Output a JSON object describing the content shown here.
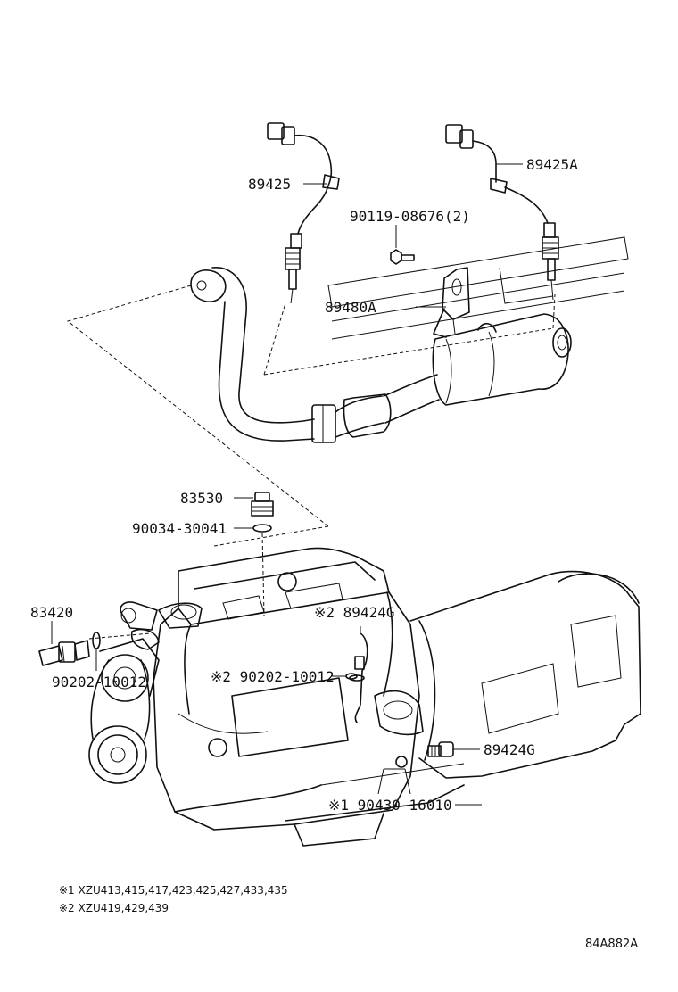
{
  "colors": {
    "ink": "#111111",
    "background": "#ffffff"
  },
  "parts": {
    "p89425": "89425",
    "p89425A": "89425A",
    "p90119": "90119-08676(2)",
    "p89480A": "89480A",
    "p83530": "83530",
    "p90034": "90034-30041",
    "p83420": "83420",
    "p90202_left": "90202-10012",
    "p89424G_top": "※2 89424G",
    "p90202_right": "※2 90202-10012",
    "p89424G_bottom": "89424G",
    "p90430": "※1 90430-16010"
  },
  "notes": {
    "note1": "※1 XZU413,415,417,423,425,427,433,435",
    "note2": "※2 XZU419,429,439"
  },
  "reference": "84A882A"
}
